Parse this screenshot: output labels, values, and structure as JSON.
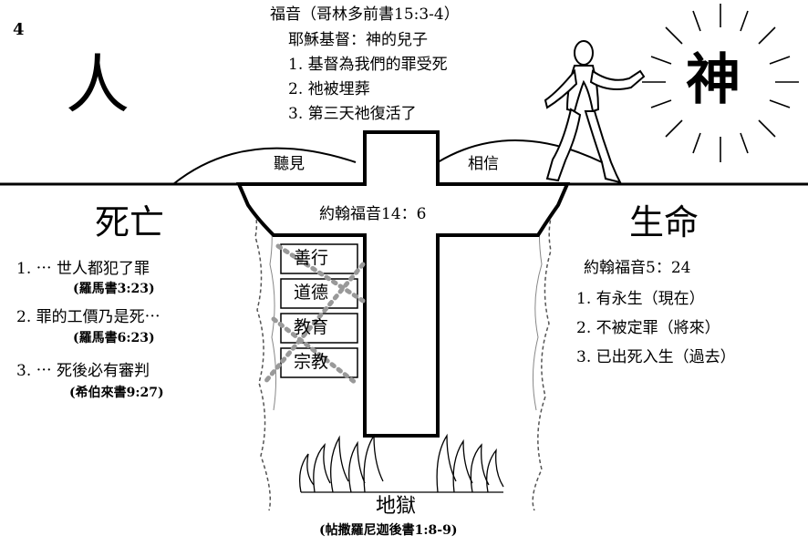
{
  "page_number": "4",
  "left": {
    "title": "人",
    "death_label": "死亡",
    "points": [
      {
        "text": "1. ⋯ 世人都犯了罪",
        "ref": "(羅馬書3:23)"
      },
      {
        "text": "2. 罪的工價乃是死⋯",
        "ref": "(羅馬書6:23)"
      },
      {
        "text": "3. ⋯ 死後必有審判",
        "ref": "(希伯來書9:27)"
      }
    ]
  },
  "right": {
    "god_label": "神",
    "life_label": "生命",
    "verse": "約翰福音5：24",
    "points": [
      "1. 有永生（現在）",
      "2. 不被定罪（將來）",
      "3. 已出死入生（過去）"
    ]
  },
  "gospel": {
    "title": "福音（哥林多前書15:3-4）",
    "subtitle": "耶穌基督：神的兒子",
    "points": [
      "1. 基督為我們的罪受死",
      "2. 祂被埋葬",
      "3. 第三天祂復活了"
    ]
  },
  "hills": {
    "left_label": "聽見",
    "right_label": "相信"
  },
  "cross": {
    "verse": "約翰福音14：6"
  },
  "works": [
    "善行",
    "道德",
    "教育",
    "宗教"
  ],
  "hell": {
    "label": "地獄",
    "ref": "(帖撒羅尼迦後書1:8-9)"
  }
}
